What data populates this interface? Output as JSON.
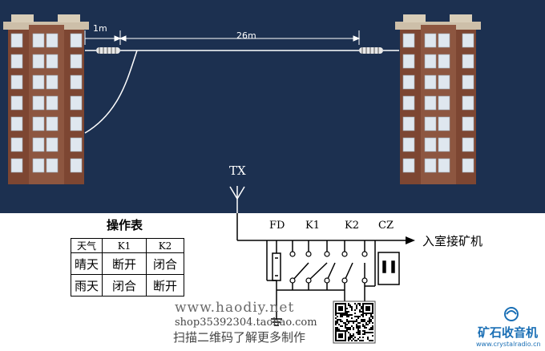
{
  "scene": {
    "sky_color": "#1c3050",
    "left_building_label": "",
    "right_building_label": ""
  },
  "dimensions": {
    "short_span": "1m",
    "long_span": "26m"
  },
  "transmitter": {
    "label": "TX"
  },
  "switch_labels": {
    "fd": "FD",
    "k1": "K1",
    "k2": "K2",
    "cz": "CZ"
  },
  "output_label": "入室接矿机",
  "operation_table": {
    "title": "操作表",
    "headers": [
      "天气",
      "K1",
      "K2"
    ],
    "rows": [
      [
        "晴天",
        "断开",
        "闭合"
      ],
      [
        "雨天",
        "闭合",
        "断开"
      ]
    ]
  },
  "watermark": {
    "url": "www.haodiy.net",
    "shop": "shop35392304.taobao.com",
    "note": "扫描二维码了解更多制作"
  },
  "logo": {
    "title": "矿石收音机",
    "subtitle": "www.crystalradio.cn",
    "color": "#1a6fb5"
  }
}
